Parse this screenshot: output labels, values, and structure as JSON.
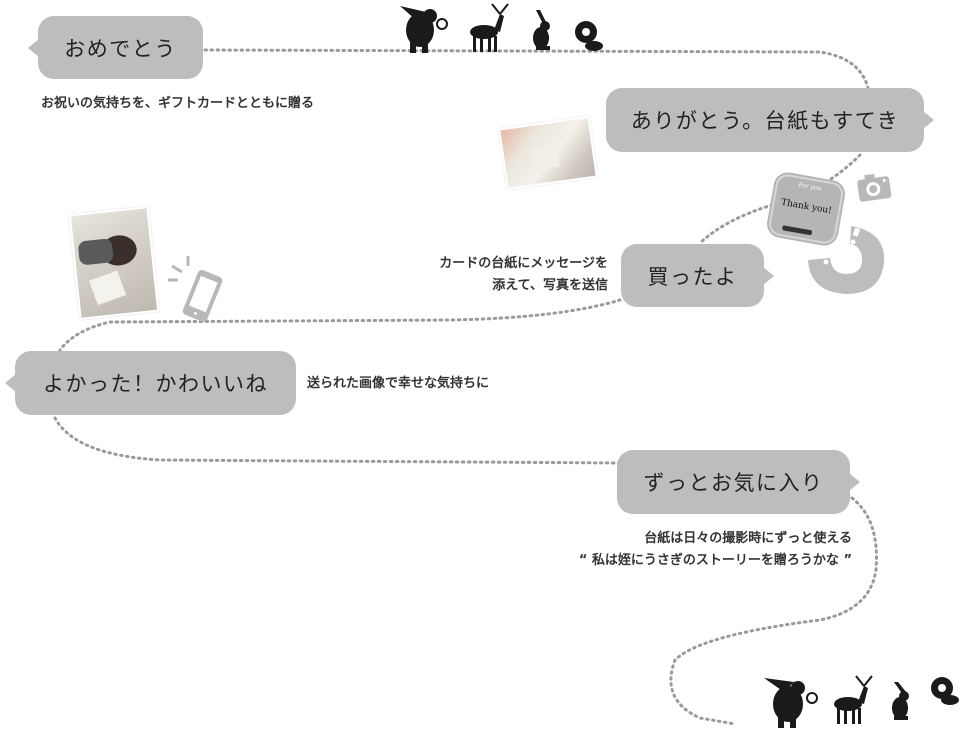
{
  "bubbles": [
    {
      "id": "congrats",
      "text": "おめでとう",
      "tail": "left"
    },
    {
      "id": "thanks",
      "text": "ありがとう。台紙もすてき",
      "tail": "right"
    },
    {
      "id": "bought",
      "text": "買ったよ",
      "tail": "right"
    },
    {
      "id": "glad",
      "text": "よかった！かわいいね",
      "tail": "left"
    },
    {
      "id": "favorite",
      "text": "ずっとお気に入り",
      "tail": "right"
    }
  ],
  "captions": {
    "congrats": "お祝いの気持ちを、ギフトカードとともに贈る",
    "bought_line1": "カードの台紙にメッセージを",
    "bought_line2": "添えて、写真を送信",
    "glad": "送られた画像で幸せな気持ちに",
    "favorite_line1": "台紙は日々の撮影時にずっと使える",
    "favorite_line2": "“ 私は姪にうさぎのストーリーを贈ろうかな ”"
  },
  "card": {
    "top_text": "For you",
    "main_text": "Thank you!"
  },
  "icons": {
    "animals_top": [
      "bear-icon",
      "deer-icon",
      "rabbit-icon",
      "squirrel-icon"
    ],
    "animals_bottom": [
      "bear-icon",
      "deer-icon",
      "rabbit-icon",
      "squirrel-icon"
    ],
    "camera": "camera-icon",
    "phone": "smartphone-icon",
    "magnet": "ring-icon"
  },
  "colors": {
    "bubble": "#bdbdbd",
    "dots": "#9a9a9a",
    "icon_gray": "#b8b8b8",
    "text": "#222222"
  }
}
